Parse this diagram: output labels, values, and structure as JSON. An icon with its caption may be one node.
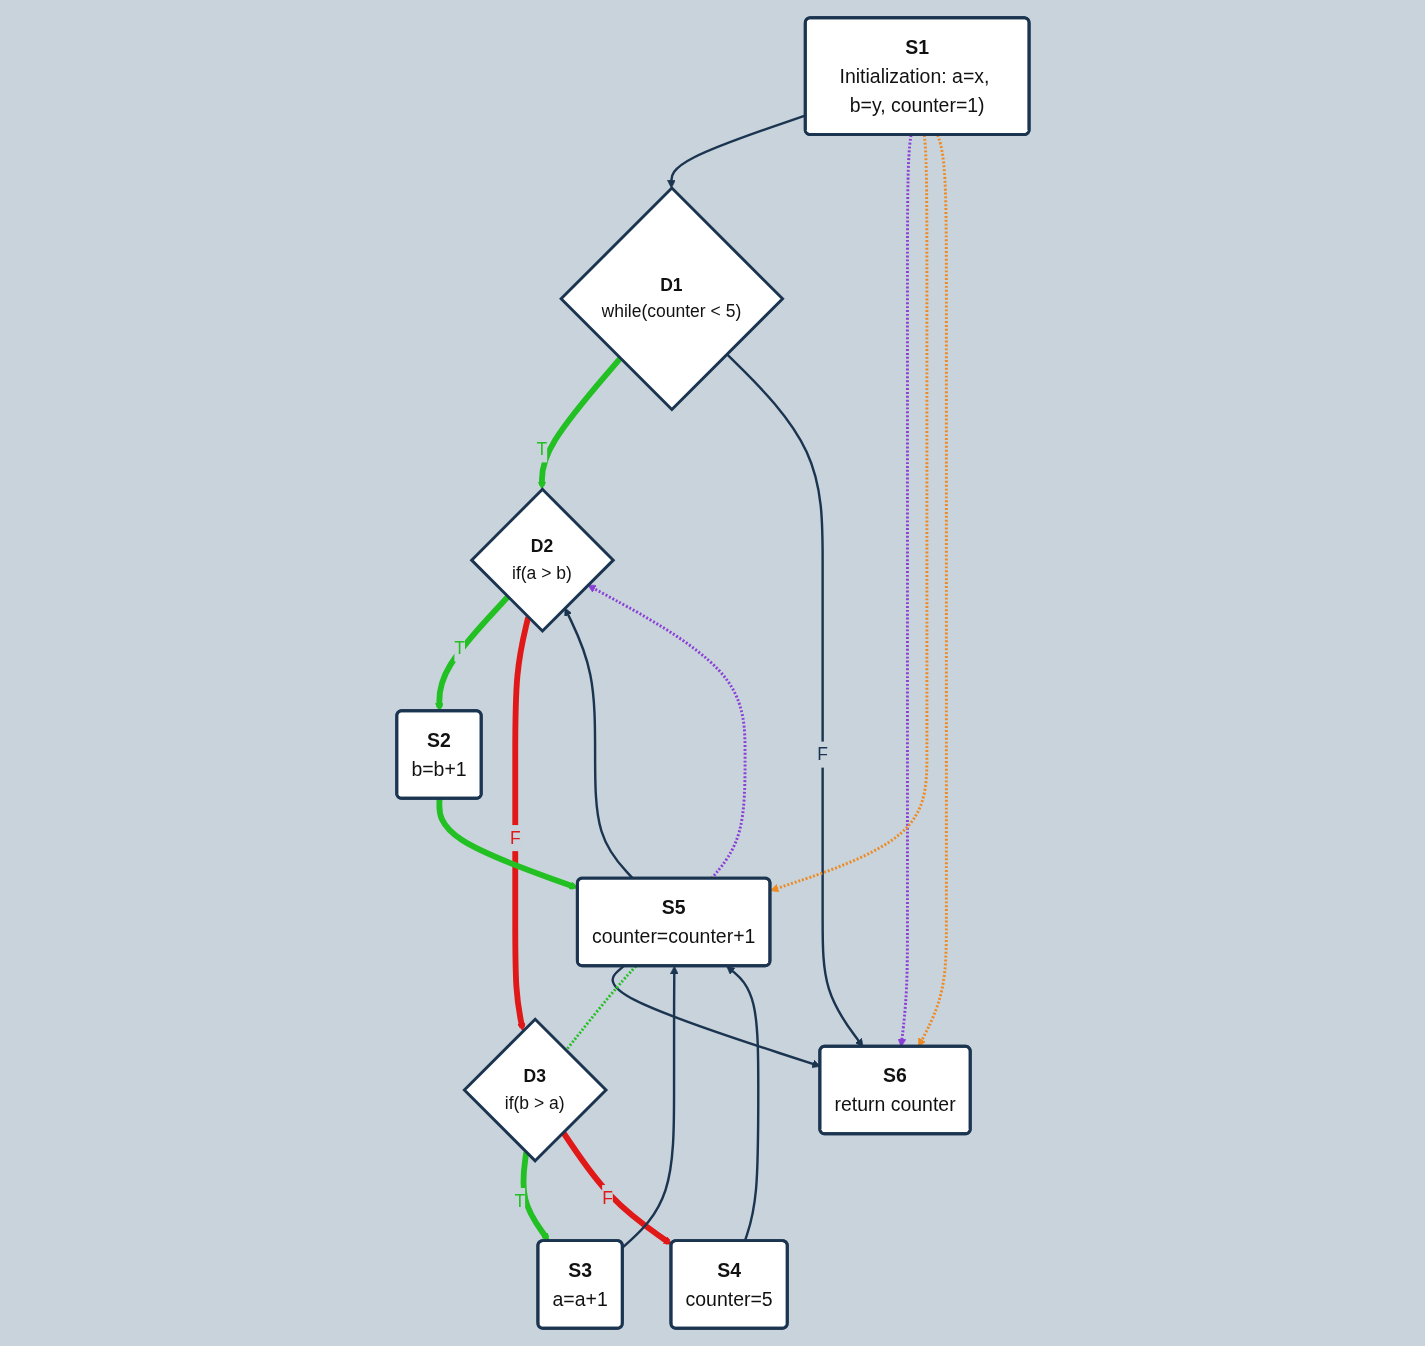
{
  "diagram": {
    "nodes": [
      {
        "text": [
          "S1",
          "Initialization: a=x, b=y, counter=1)"
        ]
      },
      {
        "text": [
          "D1",
          "while(counter < 5)"
        ]
      },
      {
        "text": [
          "D2",
          "if(a > b)"
        ]
      },
      {
        "text": [
          "S2",
          "b=b+1"
        ]
      },
      {
        "text": [
          "D3",
          "if(b > a)"
        ]
      },
      {
        "text": [
          "S3",
          "a=a+1"
        ]
      },
      {
        "text": [
          "S4",
          "counter=5"
        ]
      },
      {
        "text": [
          "S5",
          "counter=counter+1"
        ]
      },
      {
        "text": [
          "S6",
          "return counter"
        ]
      }
    ],
    "edges": [
      {
        "from": 0,
        "to": 1,
        "arrow": "to"
      },
      {
        "from": 1,
        "to": 2,
        "arrow": "to",
        "label": "T",
        "style": "thick",
        "color": "#22c022"
      },
      {
        "from": 1,
        "to": 8,
        "arrow": "to",
        "label": "F"
      },
      {
        "from": 2,
        "to": 3,
        "arrow": "to",
        "label": "T",
        "style": "thick",
        "color": "#22c022"
      },
      {
        "from": 2,
        "to": 4,
        "arrow": "to",
        "label": "F",
        "style": "thick",
        "color": "#e01818"
      },
      {
        "from": 4,
        "to": 5,
        "arrow": "to",
        "label": "T",
        "style": "thick",
        "color": "#22c022"
      },
      {
        "from": 4,
        "to": 6,
        "arrow": "to",
        "label": "F",
        "style": "thick",
        "color": "#e01818"
      },
      {
        "from": 3,
        "to": 7,
        "arrow": "to",
        "style": "thick",
        "color": "#22c022"
      },
      {
        "from": 5,
        "to": 7,
        "arrow": "to"
      },
      {
        "from": 6,
        "to": 7,
        "arrow": "to"
      },
      {
        "from": 7,
        "to": 2,
        "arrow": "to"
      },
      {
        "from": 7,
        "to": 8,
        "arrow": "to"
      },
      {
        "from": 0,
        "to": 8,
        "arrow": "to",
        "style": "dashed",
        "color": "#8a3fd6"
      },
      {
        "from": 7,
        "to": 2,
        "arrow": "to",
        "style": "dashed",
        "color": "#8a3fd6"
      },
      {
        "from": 0,
        "to": 7,
        "arrow": "to",
        "style": "dashed",
        "color": "#ee8a22"
      },
      {
        "from": 0,
        "to": 8,
        "arrow": "to",
        "style": "dashed",
        "color": "#ee8a22"
      },
      {
        "from": 7,
        "to": 4,
        "arrow": "none",
        "style": "dashed",
        "color": "#22c022"
      }
    ]
  }
}
